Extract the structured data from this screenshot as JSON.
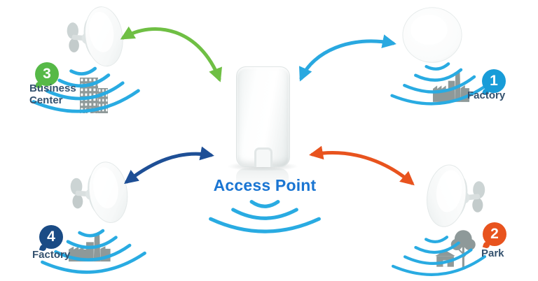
{
  "center": {
    "label": "Access Point",
    "device": "outdoor-access-point",
    "label_color": "#1a75d2"
  },
  "sites": {
    "site1": {
      "number": "1",
      "label": "Factory",
      "badge_color": "#189cd8",
      "icon": "factory-icon",
      "position": "top-right",
      "device": "cpe-dish-front-view"
    },
    "site2": {
      "number": "2",
      "label": "Park",
      "badge_color": "#e8531e",
      "icon": "park-icon",
      "position": "bottom-right",
      "device": "cpe-dish-side-view-facing-left"
    },
    "site3": {
      "number": "3",
      "label": "Business Center",
      "badge_color": "#56b947",
      "icon": "office-building-icon",
      "position": "top-left",
      "device": "cpe-dish-side-view-facing-right"
    },
    "site4": {
      "number": "4",
      "label": "Factory",
      "badge_color": "#1a4b85",
      "icon": "factory-icon",
      "position": "bottom-left",
      "device": "cpe-dish-side-view-facing-right"
    }
  },
  "links": [
    {
      "from": "access-point",
      "to": "site3",
      "color": "#6fbf44",
      "bidirectional": true
    },
    {
      "from": "access-point",
      "to": "site1",
      "color": "#29a8e0",
      "bidirectional": true
    },
    {
      "from": "access-point",
      "to": "site2",
      "color": "#e8531e",
      "bidirectional": true
    },
    {
      "from": "access-point",
      "to": "site4",
      "color": "#1e4f96",
      "bidirectional": true
    }
  ],
  "colors": {
    "wifi_waves": "#29abe2",
    "location_icons": "#8e9999",
    "site_labels": "#34516e",
    "access_point_label": "#1a75d2"
  }
}
